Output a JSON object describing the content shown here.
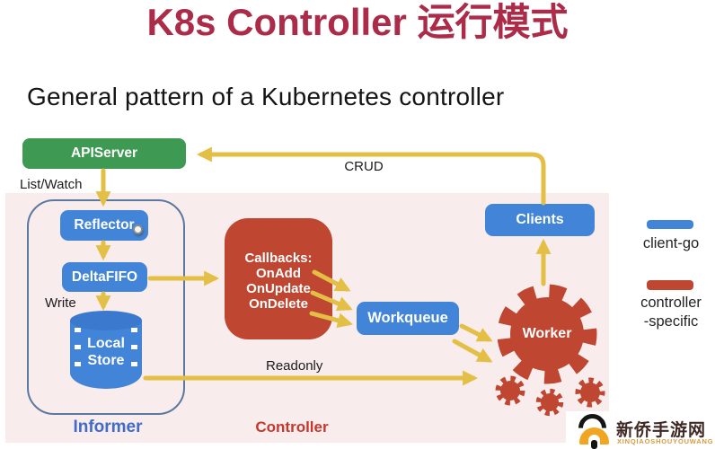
{
  "title": "K8s Controller 运行模式",
  "heading": "General pattern of a Kubernetes controller",
  "nodes": {
    "apiserver": "APIServer",
    "reflector": "Reflector",
    "deltafifo": "DeltaFIFO",
    "local_store_line1": "Local",
    "local_store_line2": "Store",
    "callbacks_title": "Callbacks:",
    "callbacks_line1": "OnAdd",
    "callbacks_line2": "OnUpdate",
    "callbacks_line3": "OnDelete",
    "workqueue": "Workqueue",
    "clients": "Clients",
    "worker": "Worker"
  },
  "edges": {
    "list_watch": "List/Watch",
    "crud": "CRUD",
    "write": "Write",
    "readonly": "Readonly"
  },
  "regions": {
    "informer": "Informer",
    "controller": "Controller"
  },
  "legend": {
    "client_go": "client-go",
    "controller_specific_line1": "controller",
    "controller_specific_line2": "-specific"
  },
  "colors": {
    "title_crimson": "#ab2b48",
    "apiserver_green": "#3e9a52",
    "client_go_blue": "#4285d8",
    "controller_red": "#bf4630",
    "arrow_yellow": "#e3bf45",
    "panel_pink": "#f8ecec",
    "informer_border_blue": "#5a78a0"
  },
  "watermark": {
    "name": "新侨手游网",
    "subtitle": "XINQIAOSHOUYOUWANG"
  }
}
